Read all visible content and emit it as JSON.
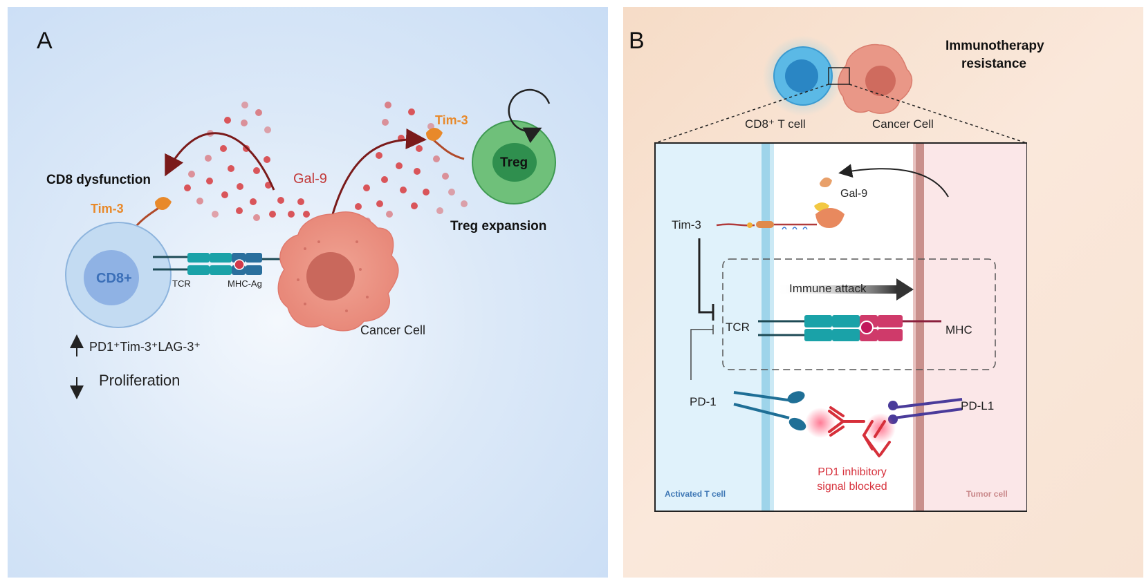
{
  "panel_a": {
    "letter": "A",
    "cd8_dysfunction": "CD8 dysfunction",
    "tim3_left": "Tim-3",
    "tim3_right": "Tim-3",
    "gal9": "Gal-9",
    "treg": "Treg",
    "treg_expansion": "Treg expansion",
    "cd8_cell": "CD8+",
    "tcr": "TCR",
    "mhc_ag": "MHC-Ag",
    "cancer_cell": "Cancer Cell",
    "markers": "PD1⁺Tim-3⁺LAG-3⁺",
    "proliferation": "Proliferation",
    "up_arrow": "↑",
    "down_arrow": "↓"
  },
  "panel_b": {
    "letter": "B",
    "resistance": "Immunotherapy resistance",
    "cd8_tcell": "CD8⁺ T cell",
    "cancer_cell": "Cancer Cell",
    "gal9": "Gal-9",
    "tim3": "Tim-3",
    "immune_attack": "Immune attack",
    "tcr": "TCR",
    "mhc": "MHC",
    "pd1": "PD-1",
    "pdl1": "PD-L1",
    "blocked_line1": "PD1 inhibitory",
    "blocked_line2": "signal blocked",
    "activated_tcell": "Activated T cell",
    "tumor_cell": "Tumor cell"
  },
  "colors": {
    "tim3_orange": "#e8892a",
    "gal9_red": "#d94a4a",
    "cd8_blue": "#3b6fb8",
    "treg_green": "#2f8f4e",
    "blocked_red": "#d62f3a",
    "tumor_label": "#c9888a",
    "activated_label": "#3f78b5"
  }
}
